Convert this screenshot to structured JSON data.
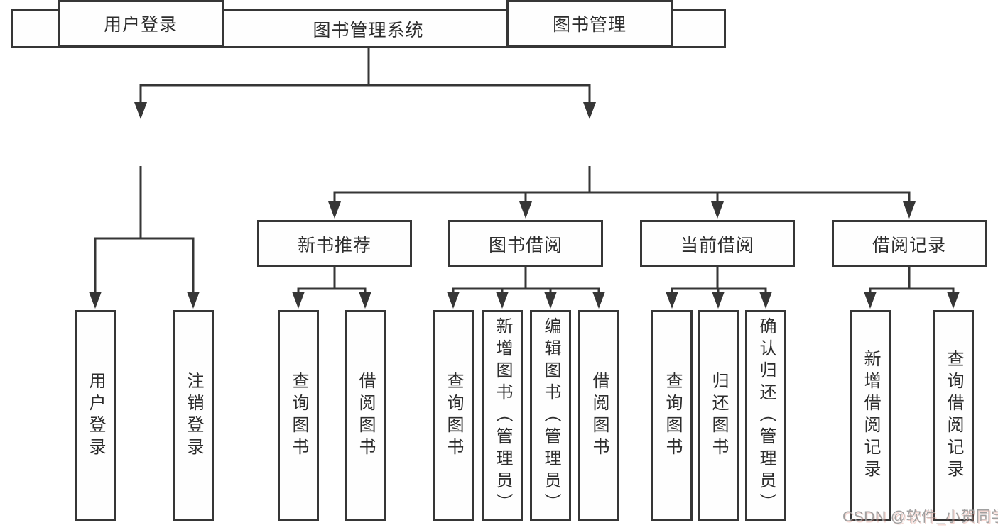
{
  "diagram": {
    "root": {
      "label": "图书管理系统"
    },
    "level1": [
      {
        "label": "用户登录"
      },
      {
        "label": "图书管理"
      }
    ],
    "level2": [
      {
        "label": "新书推荐"
      },
      {
        "label": "图书借阅"
      },
      {
        "label": "当前借阅"
      },
      {
        "label": "借阅记录"
      }
    ],
    "leaves": {
      "user_login": [
        {
          "label": "用户登录"
        },
        {
          "label": "注销登录"
        }
      ],
      "new_book": [
        {
          "label": "查询图书"
        },
        {
          "label": "借阅图书"
        }
      ],
      "book_borrow": [
        {
          "label": "查询图书"
        },
        {
          "label": "新增图书（管理员）"
        },
        {
          "label": "编辑图书（管理员）"
        },
        {
          "label": "借阅图书"
        }
      ],
      "current_borrow": [
        {
          "label": "查询图书"
        },
        {
          "label": "归还图书"
        },
        {
          "label": "确认归还（管理员）"
        }
      ],
      "borrow_records": [
        {
          "label": "新增借阅记录"
        },
        {
          "label": "查询借阅记录"
        }
      ]
    },
    "watermark": "CSDN @软件_小贺同学",
    "colors": {
      "line": "#363636",
      "text": "#2d2d2d",
      "watermark": "#989898",
      "background": "#ffffff"
    }
  }
}
